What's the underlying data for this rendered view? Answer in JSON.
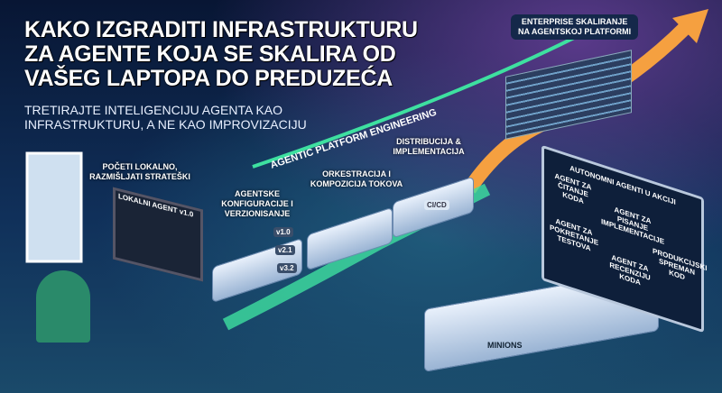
{
  "title_lines": [
    "KAKO IZGRADITI INFRASTRUKTURU",
    "ZA AGENTE KOJA SE SKALIRA OD",
    "VAŠEG LAPTOPA DO PREDUZEĆA"
  ],
  "subtitle_lines": [
    "TRETIRAJTE INTELIGENCIJU AGENTA KAO",
    "INFRASTRUKTURU, A NE KAO IMPROVIZACIJU"
  ],
  "path_label": "AGENTIC PLATFORM ENGINEERING",
  "enterprise_label": [
    "ENTERPRISE SKALIRANJE",
    "NA AGENTSKOJ PLATFORMI"
  ],
  "stages": [
    {
      "label": [
        "POČETI LOKALNO,",
        "RAZMIŠLJATI STRATEŠKI"
      ]
    },
    {
      "label": [
        "AGENTSKE",
        "KONFIGURACIJE I",
        "VERZIONISANJE"
      ]
    },
    {
      "label": [
        "ORKESTRACIJA I",
        "KOMPOZICIJA TOKOVA"
      ]
    },
    {
      "label": [
        "DISTRIBUCIJA &",
        "IMPLEMENTACIJA"
      ]
    }
  ],
  "laptop_screen": "LOKALNI AGENT v1.0",
  "versions": [
    "v1.0",
    "v2.1",
    "v3.2"
  ],
  "cicd": "CI/CD",
  "board": {
    "title": "AUTONOMNI AGENTI U AKCIJI",
    "nodes": [
      "AGENT ZA ČITANJE KODA",
      "AGENT ZA PISANJE IMPLEMENTACIJE",
      "AGENT ZA POKRETANJE TESTOVA",
      "AGENT ZA RECENZIJU KODA",
      "PRODUKCIJSKI SPREMAN KOD"
    ]
  },
  "minions_label": "MINIONS",
  "colors": {
    "accent_green": "#3ee0a0",
    "arrow_orange": "#f5a040",
    "background": "#0b1a3a"
  }
}
